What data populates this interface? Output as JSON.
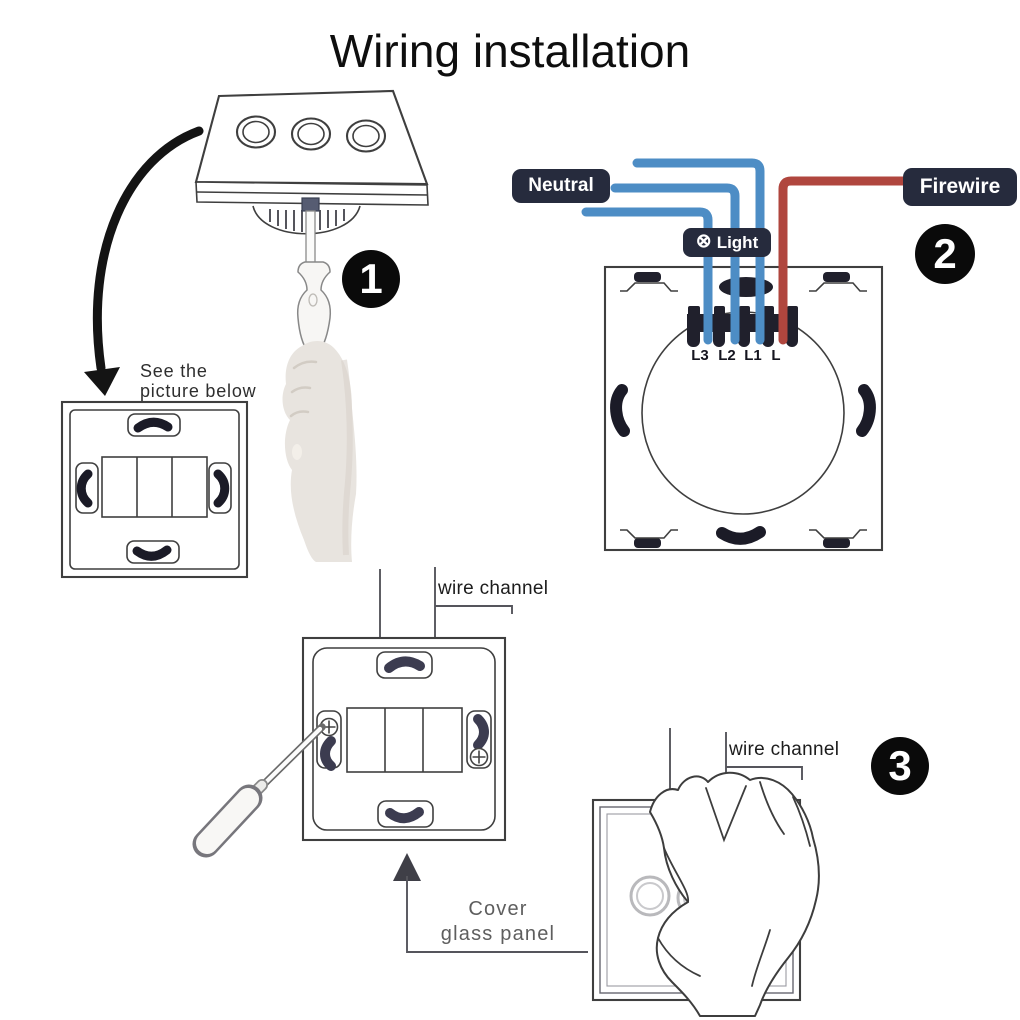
{
  "title": "Wiring installation",
  "colors": {
    "wire_blue": "#4d8dc5",
    "wire_red": "#b0463e",
    "label_bg": "#262b3d",
    "label_text": "#ffffff",
    "badge_bg": "#0a0a0a",
    "badge_text": "#ffffff",
    "line": "#3f3f3f"
  },
  "step1": {
    "badge": "1",
    "note_line1": "See the",
    "note_line2": "picture below"
  },
  "step2": {
    "badge": "2",
    "neutral_label": "Neutral",
    "firewire_label": "Firewire",
    "light_label": "Light",
    "light_icon": "⊗",
    "terminals": [
      "L3",
      "L2",
      "L1",
      "L"
    ]
  },
  "middle": {
    "wire_channel_label": "wire channel",
    "cover_line1": "Cover",
    "cover_line2": "glass panel"
  },
  "step3": {
    "badge": "3",
    "wire_channel_label": "wire channel"
  }
}
